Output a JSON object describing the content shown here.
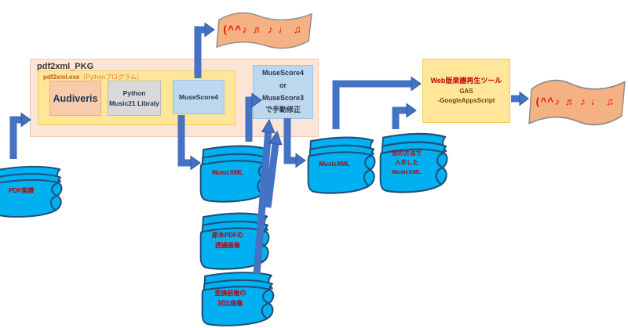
{
  "package": {
    "title": "pdf2xml_PKG",
    "exe_label_bold": "pdf2xml.exe",
    "exe_label_rest": "（Pythonプログラム）",
    "audiveris": "Audiveris",
    "python_lib_line1": "Python",
    "python_lib_line2": "Music21 Libraly",
    "musescore": "MuseScore4"
  },
  "edit_node": {
    "line1": "MuseScore4",
    "line2": "or",
    "line3": "MuseScore3",
    "line4": "で手動修正"
  },
  "web_node": {
    "line1": "Web版楽譜再生ツール",
    "line2": "GAS",
    "line3": "-GoogleAppsScript"
  },
  "banners": {
    "top": "(^^♪ ♬ ♪ ♩ ♫",
    "right": "(^^♪ ♬ ♪ ♩ ♫"
  },
  "documents": {
    "pdf_score": "PDF楽譜",
    "musicxml_out": "MusicXML",
    "transparent_line1": "原本PDFの",
    "transparent_line2": "透過画像",
    "compare_line1": "変換前後の",
    "compare_line2": "対比画像",
    "musicxml_fixed": "MusicXML",
    "other_line1": "別の方法で",
    "other_line2": "入手した",
    "other_line3": "MusicXML"
  },
  "colors": {
    "package_fill": "#FBE5D6",
    "exe_fill": "#FFE699",
    "audiveris_fill": "#F8CBAD",
    "library_fill": "#D9D9D9",
    "musescore_fill": "#BDD7EE",
    "web_fill": "#FFE699",
    "banner_fill": "#F4B183",
    "document_fill": "#00B0F0",
    "document_stroke": "#1F4E79",
    "arrow": "#4472C4",
    "doc_label": "#C00000",
    "note_text": "#FF0000"
  }
}
